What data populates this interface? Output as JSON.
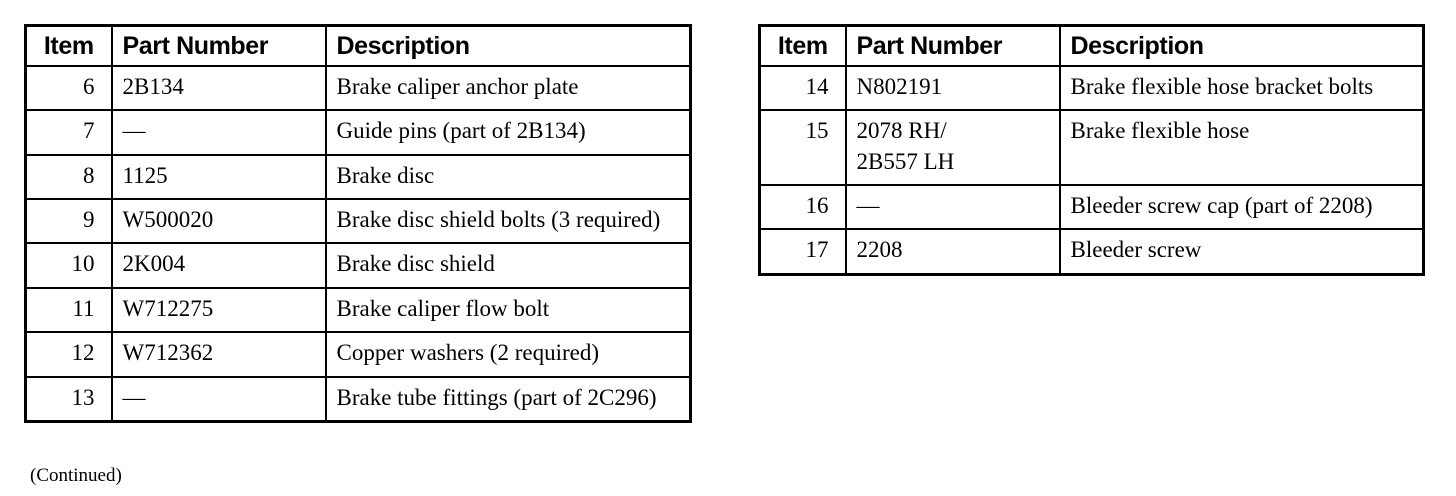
{
  "document": {
    "kind": "parts-identification-table",
    "continued_note": "(Continued)"
  },
  "tables": [
    {
      "id": "left",
      "headers": {
        "item": "Item",
        "part_number": "Part Number",
        "description": "Description"
      },
      "rows": [
        {
          "item": "6",
          "part_number": "2B134",
          "description": "Brake caliper anchor plate"
        },
        {
          "item": "7",
          "part_number": "—",
          "description": "Guide pins (part of 2B134)"
        },
        {
          "item": "8",
          "part_number": "1125",
          "description": "Brake disc"
        },
        {
          "item": "9",
          "part_number": "W500020",
          "description": "Brake disc shield bolts (3 required)"
        },
        {
          "item": "10",
          "part_number": "2K004",
          "description": "Brake disc shield"
        },
        {
          "item": "11",
          "part_number": "W712275",
          "description": "Brake caliper flow bolt"
        },
        {
          "item": "12",
          "part_number": "W712362",
          "description": "Copper washers (2 required)"
        },
        {
          "item": "13",
          "part_number": "—",
          "description": "Brake tube fittings (part of 2C296)"
        }
      ]
    },
    {
      "id": "right",
      "headers": {
        "item": "Item",
        "part_number": "Part Number",
        "description": "Description"
      },
      "rows": [
        {
          "item": "14",
          "part_number": "N802191",
          "description": "Brake flexible hose bracket bolts"
        },
        {
          "item": "15",
          "part_number": "2078 RH/\n2B557 LH",
          "description": "Brake flexible hose"
        },
        {
          "item": "16",
          "part_number": "—",
          "description": "Bleeder screw cap (part of 2208)"
        },
        {
          "item": "17",
          "part_number": "2208",
          "description": "Bleeder screw"
        }
      ]
    }
  ],
  "colors": {
    "ink": "#000000",
    "paper": "#ffffff"
  }
}
